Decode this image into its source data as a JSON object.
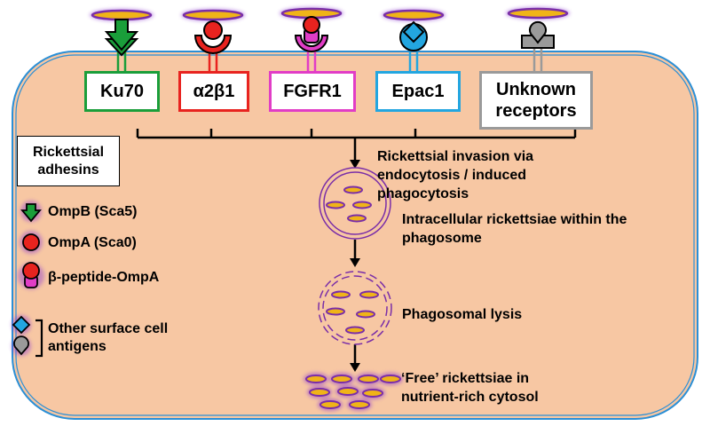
{
  "receptors": [
    {
      "label": "Ku70",
      "color": "#1a9e3a",
      "ligand_icon": "ompb-arrow-icon"
    },
    {
      "label": "α2β1",
      "color": "#e8231f",
      "ligand_icon": "ompa-circle-icon"
    },
    {
      "label": "FGFR1",
      "color": "#e13dc6",
      "ligand_icon": "beta-peptide-ompa-icon"
    },
    {
      "label": "Epac1",
      "color": "#23a6e0",
      "ligand_icon": "diamond-antigen-icon"
    },
    {
      "label": "Unknown receptors",
      "color": "#9a9a9a",
      "ligand_icon": "teardrop-antigen-icon"
    }
  ],
  "legend": {
    "title": "Rickettsial adhesins",
    "items": [
      {
        "label": "OmpB (Sca5)",
        "icon": "ompb-arrow-icon",
        "color": "#1a9e3a"
      },
      {
        "label": "OmpA (Sca0)",
        "icon": "ompa-circle-icon",
        "color": "#e8231f"
      },
      {
        "label": "β-peptide-OmpA",
        "icon": "beta-peptide-ompa-icon",
        "color": "#e13dc6"
      }
    ],
    "other_label": "Other surface cell antigens",
    "other_icons": [
      "diamond-antigen-icon",
      "teardrop-antigen-icon"
    ]
  },
  "steps": [
    {
      "label": "Rickettsial invasion via endocytosis / induced phagocytosis"
    },
    {
      "label": "Intracellular rickettsiae within the phagosome",
      "icon": "phagosome-icon"
    },
    {
      "label": "Phagosomal lysis",
      "icon": "lysed-phagosome-icon"
    },
    {
      "label": "‘Free’ rickettsiae in nutrient-rich cytosol",
      "icon": "free-rickettsiae-icon"
    }
  ],
  "colors": {
    "cell_fill": "#f7c7a3",
    "cell_border": "#2a8fd6",
    "bacteria_fill": "#f0b418",
    "bacteria_edge": "#7a2ea8",
    "halo": "#8f3dd0"
  }
}
